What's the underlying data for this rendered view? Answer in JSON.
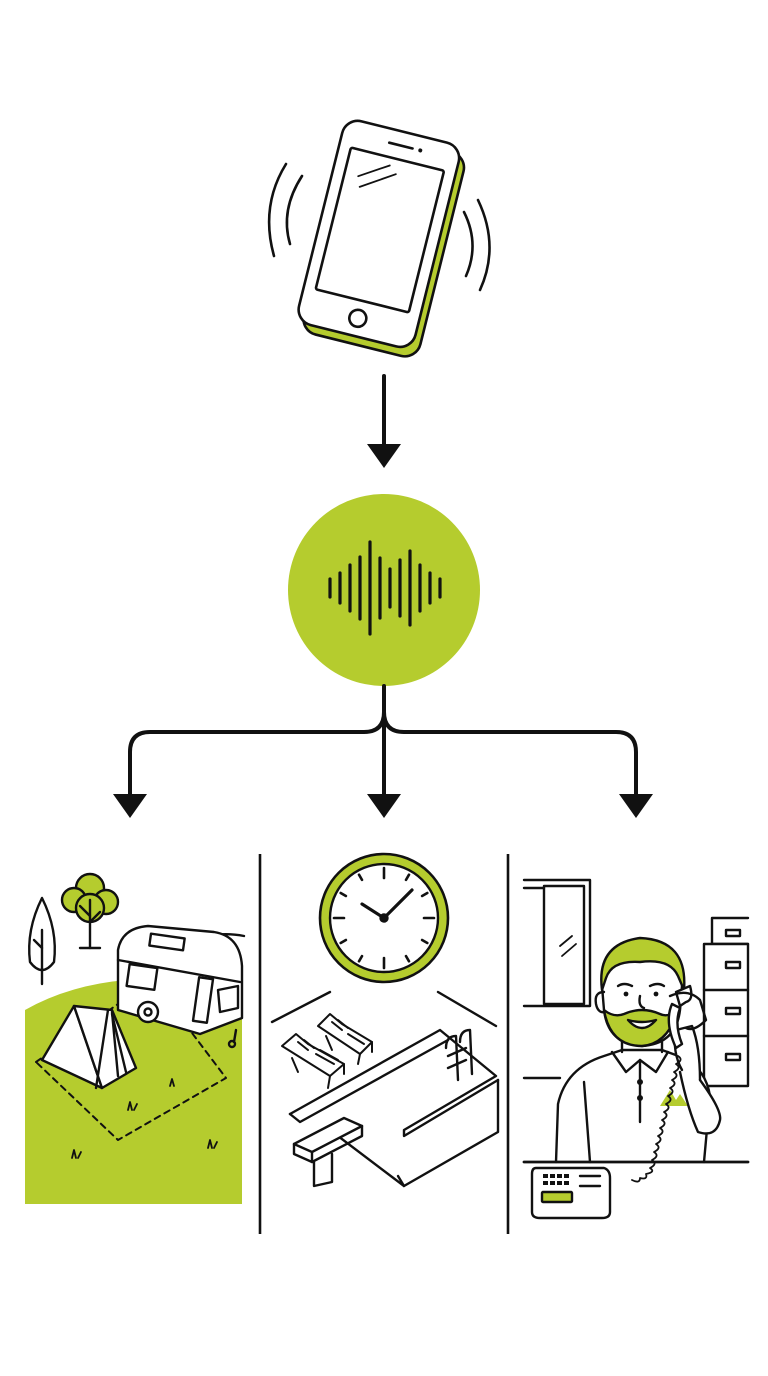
{
  "colors": {
    "accent": "#b5cc2e",
    "ink": "#111111",
    "background": "#ffffff"
  },
  "flow": {
    "source": {
      "name": "smartphone",
      "icon": "vibrating-phone-icon"
    },
    "hub": {
      "name": "voice-assistant",
      "icon": "sound-wave-icon"
    },
    "destinations": [
      {
        "name": "campsite",
        "icon": "tent-and-caravan-icon"
      },
      {
        "name": "pool-opening-hours",
        "icon": "clock-and-pool-icon"
      },
      {
        "name": "reception-staff",
        "icon": "receptionist-on-phone-icon"
      }
    ]
  }
}
